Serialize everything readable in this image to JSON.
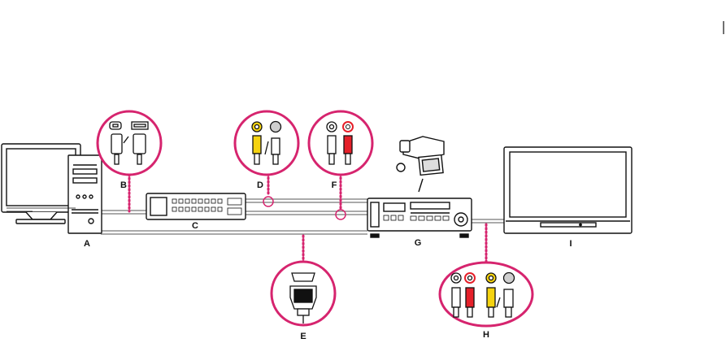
{
  "labels": {
    "A": "A",
    "B": "B",
    "C": "C",
    "D": "D",
    "E": "E",
    "F": "F",
    "G": "G",
    "H": "H",
    "I": "I"
  },
  "colors": {
    "callout": "#d6246e",
    "cable": "#888888",
    "device_fill": "#ffffff",
    "device_stroke": "#111111",
    "rca_red": "#e5202a",
    "rca_yellow": "#f5d310",
    "rca_white": "#ffffff",
    "svideo": "#cfcfcf"
  },
  "icons": {
    "A": "desktop-computer-icon",
    "B": "firewire-usb-connector-icon",
    "C": "capture-card-breakout-box-icon",
    "D": "composite-svideo-connector-icon",
    "E": "rs422-serial-connector-icon",
    "F": "rca-audio-connector-icon",
    "G": "video-deck-vtr-icon",
    "H": "av-output-connector-icon",
    "I": "tv-monitor-icon"
  }
}
